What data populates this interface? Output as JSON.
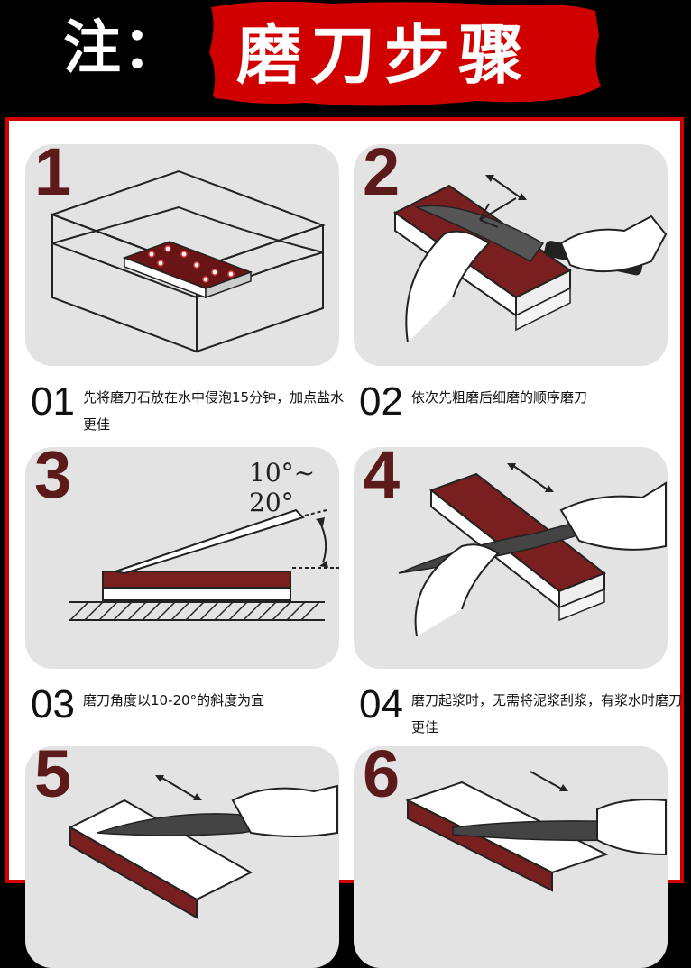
{
  "header": {
    "note_label": "注：",
    "title": "磨刀步骤"
  },
  "steps": [
    {
      "big_number": "1",
      "caption_number": "01",
      "caption": "先将磨刀石放在水中侵泡15分钟，加点盐水更佳"
    },
    {
      "big_number": "2",
      "caption_number": "02",
      "caption": "依次先粗磨后细磨的顺序磨刀"
    },
    {
      "big_number": "3",
      "caption_number": "03",
      "caption": "磨刀角度以10-20°的斜度为宜",
      "angle_label": "10°~ 20°"
    },
    {
      "big_number": "4",
      "caption_number": "04",
      "caption": "磨刀起浆时，无需将泥浆刮浆，有浆水时磨刀更佳"
    },
    {
      "big_number": "5"
    },
    {
      "big_number": "6"
    }
  ],
  "colors": {
    "accent_red": "#d10000",
    "stone_red": "#7a1f1f",
    "card_bg": "#e3e3e3",
    "step_number": "#5c1a1a"
  }
}
